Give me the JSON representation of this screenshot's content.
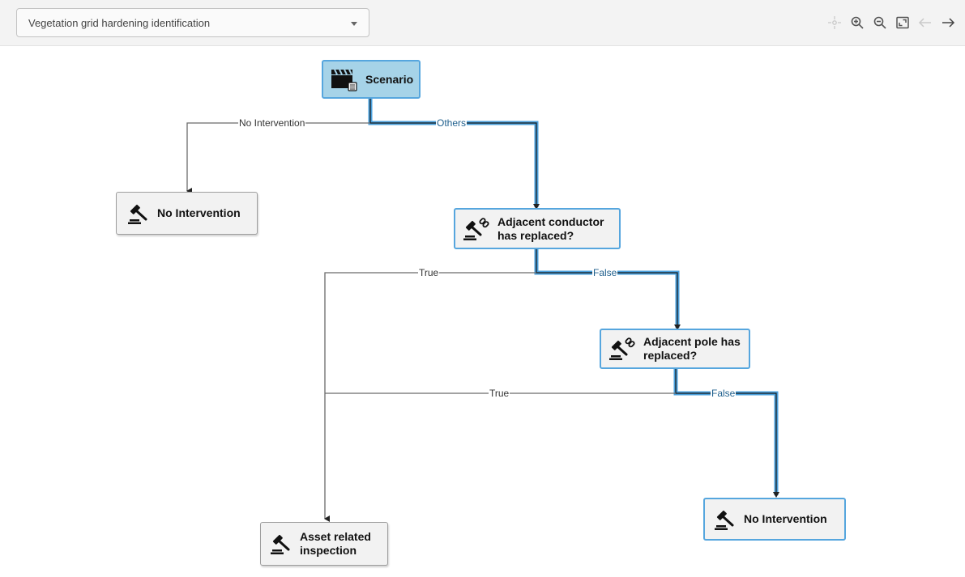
{
  "toolbar": {
    "dropdown_value": "Vegetation grid hardening identification",
    "tools": [
      "center-icon",
      "zoom-in-icon",
      "zoom-out-icon",
      "fit-view-icon",
      "back-arrow-icon",
      "forward-arrow-icon"
    ]
  },
  "colors": {
    "highlight_path": "#4a9fdb",
    "edge": "#6b6b6b",
    "node_blue_fill": "#a6d3e8",
    "node_border_blue": "#56a6de",
    "node_gray_fill": "#f2f2f2"
  },
  "nodes": {
    "scenario": {
      "label": "Scenario",
      "icon": "clapperboard-icon"
    },
    "no_intervention_left": {
      "label": "No Intervention",
      "icon": "gavel-icon"
    },
    "adjacent_conductor": {
      "label": "Adjacent conductor has replaced?",
      "icon": "gavel-link-icon"
    },
    "adjacent_pole": {
      "label": "Adjacent pole has replaced?",
      "icon": "gavel-link-icon"
    },
    "asset_inspection": {
      "label": "Asset related inspection",
      "icon": "gavel-icon"
    },
    "no_intervention_right": {
      "label": "No Intervention",
      "icon": "gavel-icon"
    }
  },
  "edges": {
    "no_intervention": "No Intervention",
    "others": "Others",
    "true1": "True",
    "false1": "False",
    "true2": "True",
    "false2": "False"
  }
}
